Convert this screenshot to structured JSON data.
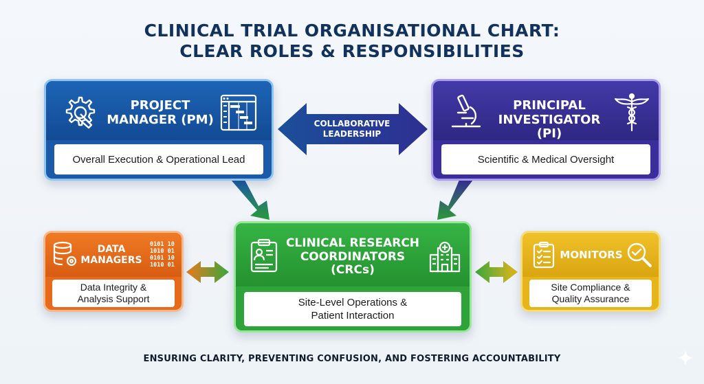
{
  "title": {
    "line1": "CLINICAL TRIAL ORGANISATIONAL CHART:",
    "line2": "CLEAR ROLES & RESPONSIBILITIES"
  },
  "nodes": {
    "pm": {
      "title_line1": "PROJECT",
      "title_line2": "MANAGER (PM)",
      "description": "Overall Execution & Operational Lead",
      "color": "#1a5aa8"
    },
    "pi": {
      "title_line1": "PRINCIPAL",
      "title_line2": "INVESTIGATOR (PI)",
      "description": "Scientific & Medical Oversight",
      "color": "#3a2e9a"
    },
    "crc": {
      "title_line1": "CLINICAL RESEARCH",
      "title_line2": "COORDINATORS",
      "title_line3": "(CRCs)",
      "description_line1": "Site-Level Operations &",
      "description_line2": "Patient Interaction",
      "color": "#2ea33a"
    },
    "dm": {
      "title_line1": "DATA",
      "title_line2": "MANAGERS",
      "description_line1": "Data Integrity &",
      "description_line2": "Analysis Support",
      "binary": [
        "0101 10",
        "1010 01",
        "0101 10",
        "1010 01"
      ],
      "color": "#e76a1c"
    },
    "monitors": {
      "title": "MONITORS",
      "description_line1": "Site Compliance &",
      "description_line2": "Quality Assurance",
      "color": "#e6b51a"
    }
  },
  "connectors": {
    "collaborative": {
      "line1": "COLLABORATIVE",
      "line2": "LEADERSHIP",
      "color": "#1d4f9c"
    }
  },
  "footer": "ENSURING CLARITY, PREVENTING CONFUSION, AND FOSTERING ACCOUNTABILITY"
}
